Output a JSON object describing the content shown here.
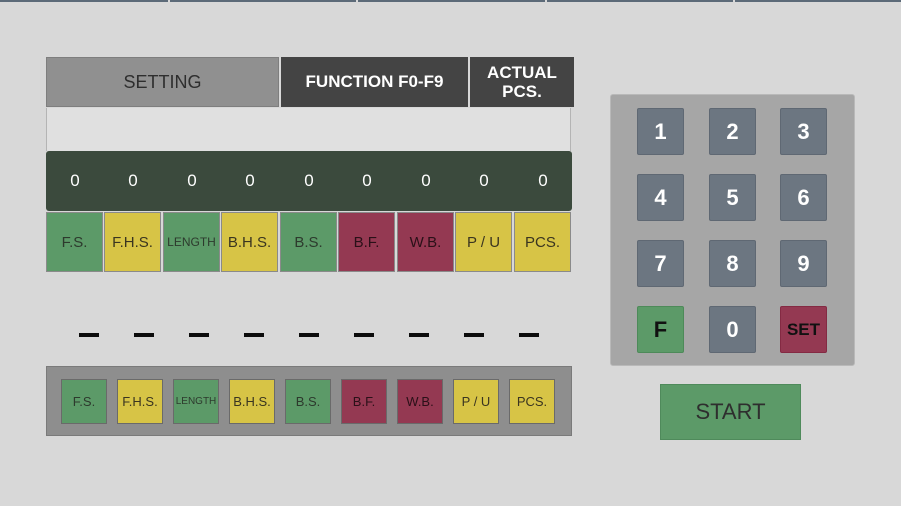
{
  "header": {
    "setting_label": "SETTING",
    "function_label": "FUNCTION F0-F9",
    "actual_label_line1": "ACTUAL",
    "actual_label_line2": "PCS."
  },
  "values": [
    "0",
    "0",
    "0",
    "0",
    "0",
    "0",
    "0",
    "0",
    "0"
  ],
  "parameters": [
    {
      "label": "F.S.",
      "color": "#5c9a68"
    },
    {
      "label": "F.H.S.",
      "color": "#d7c446"
    },
    {
      "label": "LENGTH",
      "color": "#5c9a68"
    },
    {
      "label": "B.H.S.",
      "color": "#d7c446"
    },
    {
      "label": "B.S.",
      "color": "#5c9a68"
    },
    {
      "label": "B.F.",
      "color": "#943952"
    },
    {
      "label": "W.B.",
      "color": "#943952"
    },
    {
      "label": "P / U",
      "color": "#d7c446"
    },
    {
      "label": "PCS.",
      "color": "#d7c446"
    }
  ],
  "dashes": [
    "_",
    "_",
    "_",
    "_",
    "_",
    "_",
    "_",
    "_",
    "_"
  ],
  "keypad": {
    "keys": [
      "1",
      "2",
      "3",
      "4",
      "5",
      "6",
      "7",
      "8",
      "9",
      "F",
      "0",
      "SET"
    ]
  },
  "start_label": "START",
  "colors": {
    "green": "#5c9a68",
    "yellow": "#d7c446",
    "red": "#943952",
    "key_gray": "#6c7681",
    "dark_bar": "#3b4a3d"
  }
}
